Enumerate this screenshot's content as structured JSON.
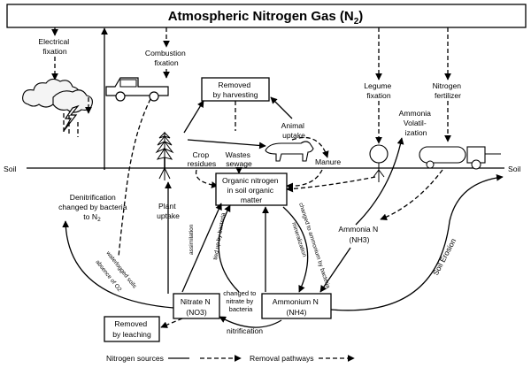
{
  "title": "Atmospheric Nitrogen Gas (N",
  "title_sub": "2",
  "title_close": ")",
  "labels": {
    "electrical_fixation": [
      "Electrical",
      "fixation"
    ],
    "combustion_fixation": [
      "Combustion",
      "fixation"
    ],
    "removed_harvesting": [
      "Removed",
      "by harvesting"
    ],
    "animal_uptake": [
      "Animal",
      "uptake"
    ],
    "crop_residues": [
      "Crop",
      "residues"
    ],
    "wastes_sewage": [
      "Wastes",
      "sewage"
    ],
    "manure": "Manure",
    "legume_fixation": [
      "Legume",
      "fixation"
    ],
    "ammonia_volatilization": [
      "Ammonia",
      "Volatil-",
      "ization"
    ],
    "nitrogen_fertilizer": [
      "Nitrogen",
      "fertilizer"
    ],
    "soil_left": "Soil",
    "soil_right": "Soil",
    "organic_nitrogen": [
      "Organic nitrogen",
      "in soil organic",
      "matter"
    ],
    "plant_uptake": [
      "Plant",
      "uptake"
    ],
    "denitrification": [
      "Denitrification",
      "changed by bacteria",
      "to N",
      "2"
    ],
    "ammonia_n": "Ammonia N",
    "nh3": "(NH3)",
    "soil_erosion": "Soil Erosion",
    "waterlogged": "waterlogged soils",
    "absence_o2": "absence of O2",
    "assimilation": "assimilation",
    "tied_up": "tied up by bacteria",
    "changed_ammonium": "changed to ammonium by bacteria",
    "mineralization": "mineralization",
    "nitrate_n": "Nitrate N",
    "no3": "(NO3)",
    "changed_to_nitrate": [
      "changed to",
      "nitrate by",
      "bacteria"
    ],
    "ammonium_n": "Ammonium N",
    "nh4": "(NH4)",
    "nitrification": "nitrification",
    "removed_leaching": [
      "Removed",
      "by leaching"
    ]
  },
  "legend": {
    "sources": "Nitrogen sources",
    "removal": "Removal pathways"
  }
}
